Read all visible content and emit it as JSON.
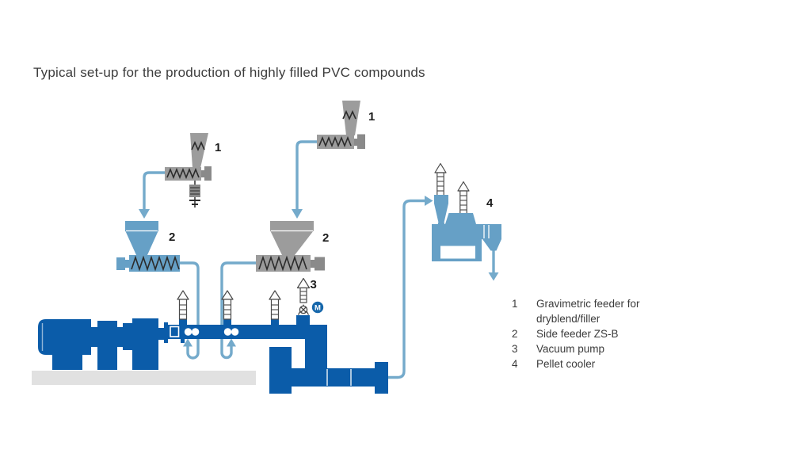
{
  "title": "Typical set-up for the production of highly filled PVC compounds",
  "colors": {
    "machine_dark_blue": "#0B5CA9",
    "machine_light_blue": "#66A0C6",
    "pipe_light_blue": "#74AACB",
    "feeder_gray": "#9C9C9C",
    "platform_gray": "#E1E1E1",
    "motor_badge_blue": "#1667AB",
    "text": "#3C3C3C"
  },
  "diagram": {
    "labels": {
      "feeder_left": "1",
      "feeder_top": "1",
      "side_feeder_left": "2",
      "side_feeder_right": "2",
      "vacuum_pump": "3",
      "pellet_cooler": "4"
    },
    "motor_badge": "M"
  },
  "legend": {
    "items": [
      {
        "num": "1",
        "lines": [
          "Gravimetric feeder for",
          "dryblend/filler"
        ]
      },
      {
        "num": "2",
        "lines": [
          "Side feeder ZS-B"
        ]
      },
      {
        "num": "3",
        "lines": [
          "Vacuum pump"
        ]
      },
      {
        "num": "4",
        "lines": [
          "Pellet cooler"
        ]
      }
    ]
  }
}
